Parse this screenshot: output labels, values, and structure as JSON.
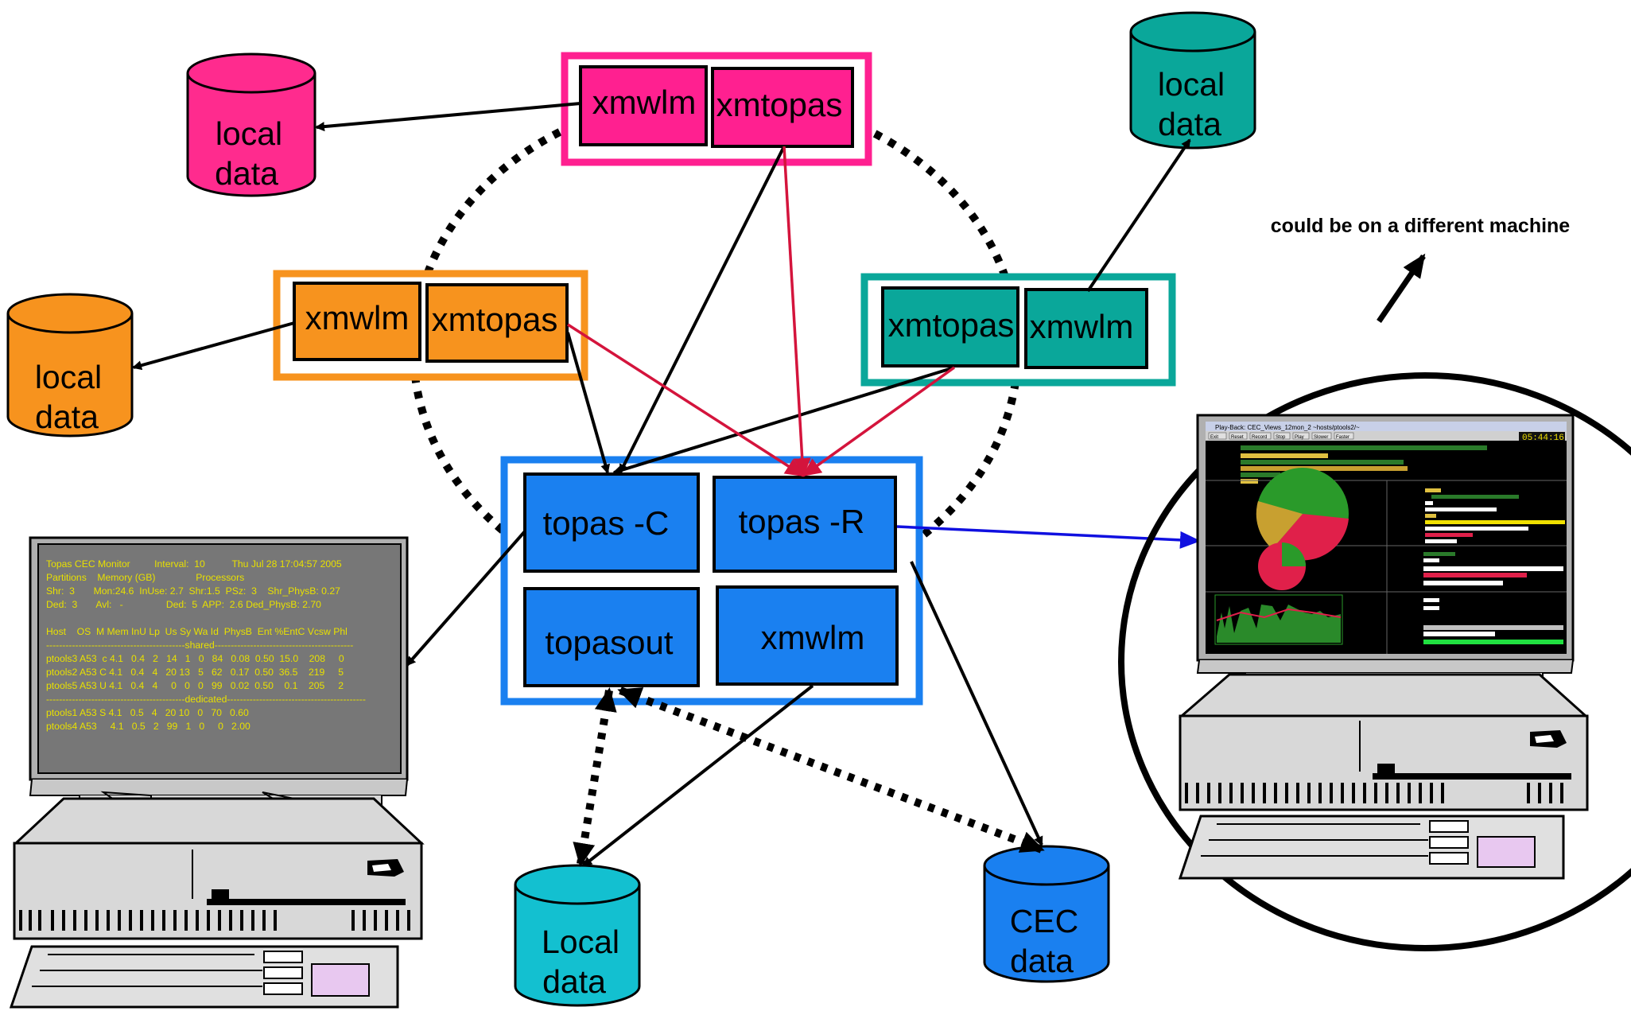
{
  "note": "could be on a different machine",
  "groups": {
    "pink": {
      "color": "#ff2090",
      "left": "xmwlm",
      "right": "xmtopas"
    },
    "orange": {
      "color": "#f7931e",
      "left": "xmwlm",
      "right": "xmtopas"
    },
    "teal": {
      "color": "#0aa79a",
      "left": "xmtopas",
      "right": "xmwlm"
    },
    "blue": {
      "color": "#1a80f0",
      "topas_c": "topas -C",
      "topas_r": "topas -R",
      "topasout": "topasout",
      "xmwlm": "xmwlm"
    }
  },
  "cylinders": {
    "pink": {
      "line1": "local",
      "line2": "data",
      "color": "#ff2b8e"
    },
    "teal": {
      "line1": "local",
      "line2": "data",
      "color": "#0aa79a"
    },
    "orange": {
      "line1": "local",
      "line2": "data",
      "color": "#f7931e"
    },
    "local": {
      "line1": "Local",
      "line2": "data",
      "color": "#13c0d0"
    },
    "cec": {
      "line1": "CEC",
      "line2": "data",
      "color": "#1a80f0"
    }
  },
  "console": {
    "lines": [
      "Topas CEC Monitor         Interval:  10          Thu Jul 28 17:04:57 2005",
      "Partitions    Memory (GB)               Processors",
      "Shr:  3       Mon:24.6  InUse: 2.7  Shr:1.5  PSz:  3    Shr_PhysB: 0.27",
      "Ded:  3       Avl:   -                Ded:  5  APP:  2.6 Ded_PhysB: 2.70",
      "",
      "Host    OS  M Mem InU Lp  Us Sy Wa Id  PhysB  Ent %EntC Vcsw Phl",
      "-------------------------------------------shared-------------------------------------------",
      "ptools3 A53  c 4.1   0.4   2   14   1   0   84   0.08  0.50  15.0    208     0",
      "ptools2 A53 C 4.1   0.4   4   20 13   5   62   0.17  0.50  36.5    219     5",
      "ptools5 A53 U 4.1   0.4   4     0   0   0   99   0.02  0.50    0.1    205     2",
      "-------------------------------------------dedicated-------------------------------------------",
      "ptools1 A53 S 4.1   0.5   4   20 10   0   70   0.60",
      "ptools4 A53     4.1   0.5   2   99   1   0     0   2.00"
    ]
  },
  "gui": {
    "title": "Play-Back: CEC_Views_12mon_2 ~hosts/ptools2/~",
    "time": "05:44:16",
    "toolbar": [
      "Exit",
      "Reset",
      "Record",
      "Stop",
      "Play",
      "Slower",
      "Faster"
    ]
  }
}
